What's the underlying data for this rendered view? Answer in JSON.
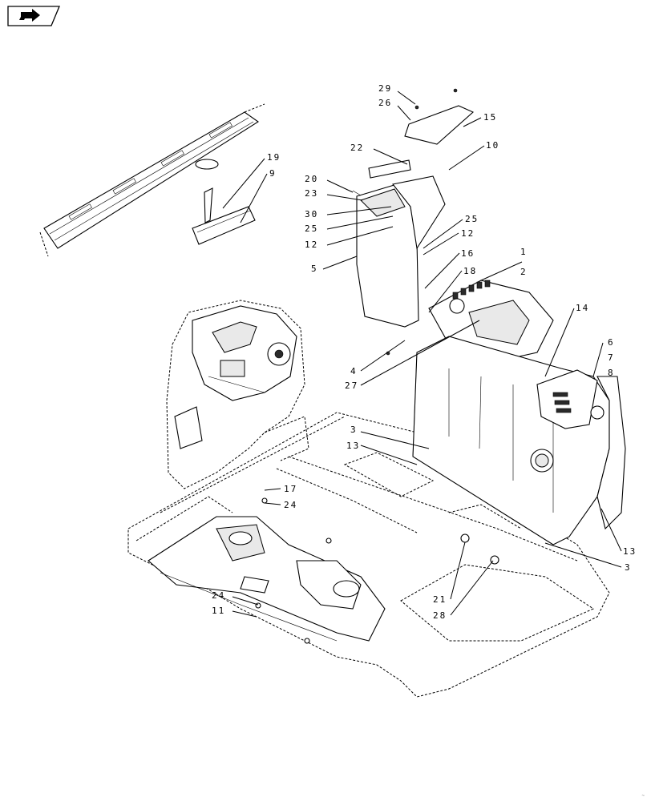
{
  "nav": {
    "icon": "page-navigation-arrow-icon"
  },
  "page_mark": "~",
  "callouts": [
    {
      "id": "c29",
      "text": "29"
    },
    {
      "id": "c26",
      "text": "26"
    },
    {
      "id": "c15",
      "text": "15"
    },
    {
      "id": "c22",
      "text": "22"
    },
    {
      "id": "c10",
      "text": "10"
    },
    {
      "id": "c19",
      "text": "19"
    },
    {
      "id": "c9",
      "text": "9"
    },
    {
      "id": "c20",
      "text": "20"
    },
    {
      "id": "c23",
      "text": "23"
    },
    {
      "id": "c30",
      "text": "30"
    },
    {
      "id": "c25a",
      "text": "25"
    },
    {
      "id": "c25b",
      "text": "25"
    },
    {
      "id": "c12a",
      "text": "12"
    },
    {
      "id": "c12b",
      "text": "12"
    },
    {
      "id": "c5",
      "text": "5"
    },
    {
      "id": "c1",
      "text": "1"
    },
    {
      "id": "c2",
      "text": "2"
    },
    {
      "id": "c16",
      "text": "16"
    },
    {
      "id": "c18",
      "text": "18"
    },
    {
      "id": "c14",
      "text": "14"
    },
    {
      "id": "c6",
      "text": "6"
    },
    {
      "id": "c7",
      "text": "7"
    },
    {
      "id": "c8",
      "text": "8"
    },
    {
      "id": "c4",
      "text": "4"
    },
    {
      "id": "c27",
      "text": "27"
    },
    {
      "id": "c3a",
      "text": "3"
    },
    {
      "id": "c13a",
      "text": "13"
    },
    {
      "id": "c17",
      "text": "17"
    },
    {
      "id": "c24a",
      "text": "24"
    },
    {
      "id": "c13b",
      "text": "13"
    },
    {
      "id": "c3b",
      "text": "3"
    },
    {
      "id": "c24b",
      "text": "24"
    },
    {
      "id": "c11",
      "text": "11"
    },
    {
      "id": "c21",
      "text": "21"
    },
    {
      "id": "c28",
      "text": "28"
    }
  ]
}
